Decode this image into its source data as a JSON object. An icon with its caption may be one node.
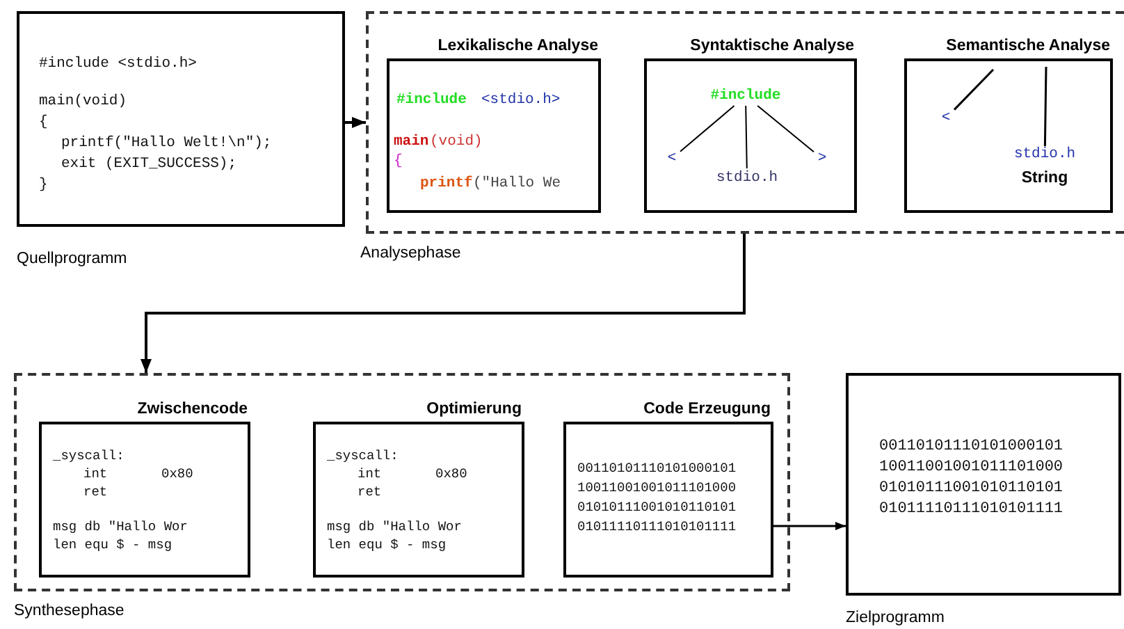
{
  "diagram": {
    "nodes": [
      {
        "text": [
          "#include <stdio.h>",
          "main(void)",
          "{",
          "printf(\"Hallo Welt!\\n\");",
          "exit (EXIT_SUCCESS);",
          "}",
          "Quellprogramm"
        ]
      },
      {
        "text": [
          "Analysephase"
        ]
      },
      {
        "text": [
          "Lexikalische Analyse",
          "#include",
          "<stdio.h>",
          "main",
          "(void)",
          "{",
          "printf",
          "(\"Hallo We"
        ],
        "in": 1
      },
      {
        "text": [
          "Syntaktische Analyse"
        ],
        "in": 1
      },
      {
        "text": [
          "#include"
        ],
        "in": 3
      },
      {
        "text": [
          "<"
        ],
        "in": 3
      },
      {
        "text": [
          "stdio.h"
        ],
        "in": 3
      },
      {
        "text": [
          ">"
        ],
        "in": 3
      },
      {
        "text": [
          "Semantische Analyse"
        ],
        "in": 1
      },
      {
        "text": [
          "<"
        ],
        "in": 8
      },
      {
        "text": [
          "stdio.h",
          "String"
        ],
        "in": 8
      },
      {
        "text": [
          "Synthesephase"
        ]
      },
      {
        "text": [
          "Zwischencode",
          "_syscall:",
          "int",
          "0x80",
          "ret",
          "msg db \"Hallo Wor",
          "len equ $ - msg"
        ],
        "in": 11
      },
      {
        "text": [
          "Optimierung",
          "_syscall:",
          "int",
          "0x80",
          "ret",
          "msg db \"Hallo Wor",
          "len equ $ - msg"
        ],
        "in": 11
      },
      {
        "text": [
          "Code Erzeugung",
          "00110101110101000101",
          "10011001001011101000",
          "01010111001010110101",
          "01011110111010101111"
        ],
        "in": 11
      },
      {
        "text": [
          "00110101110101000101",
          "10011001001011101000",
          "01010111001010110101",
          "01011110111010101111",
          "Zielprogramm"
        ]
      }
    ],
    "edges": [
      {
        "from": 0,
        "to": 1,
        "arrow": "to"
      },
      {
        "from": 1,
        "to": 11,
        "arrow": "to"
      },
      {
        "from": 4,
        "to": 5,
        "arrow": "none"
      },
      {
        "from": 4,
        "to": 6,
        "arrow": "none"
      },
      {
        "from": 4,
        "to": 7,
        "arrow": "none"
      },
      {
        "from": null,
        "to": 9,
        "arrow": "none"
      },
      {
        "from": null,
        "to": 10,
        "arrow": "none"
      },
      {
        "from": 14,
        "to": 15,
        "arrow": "to"
      }
    ]
  }
}
